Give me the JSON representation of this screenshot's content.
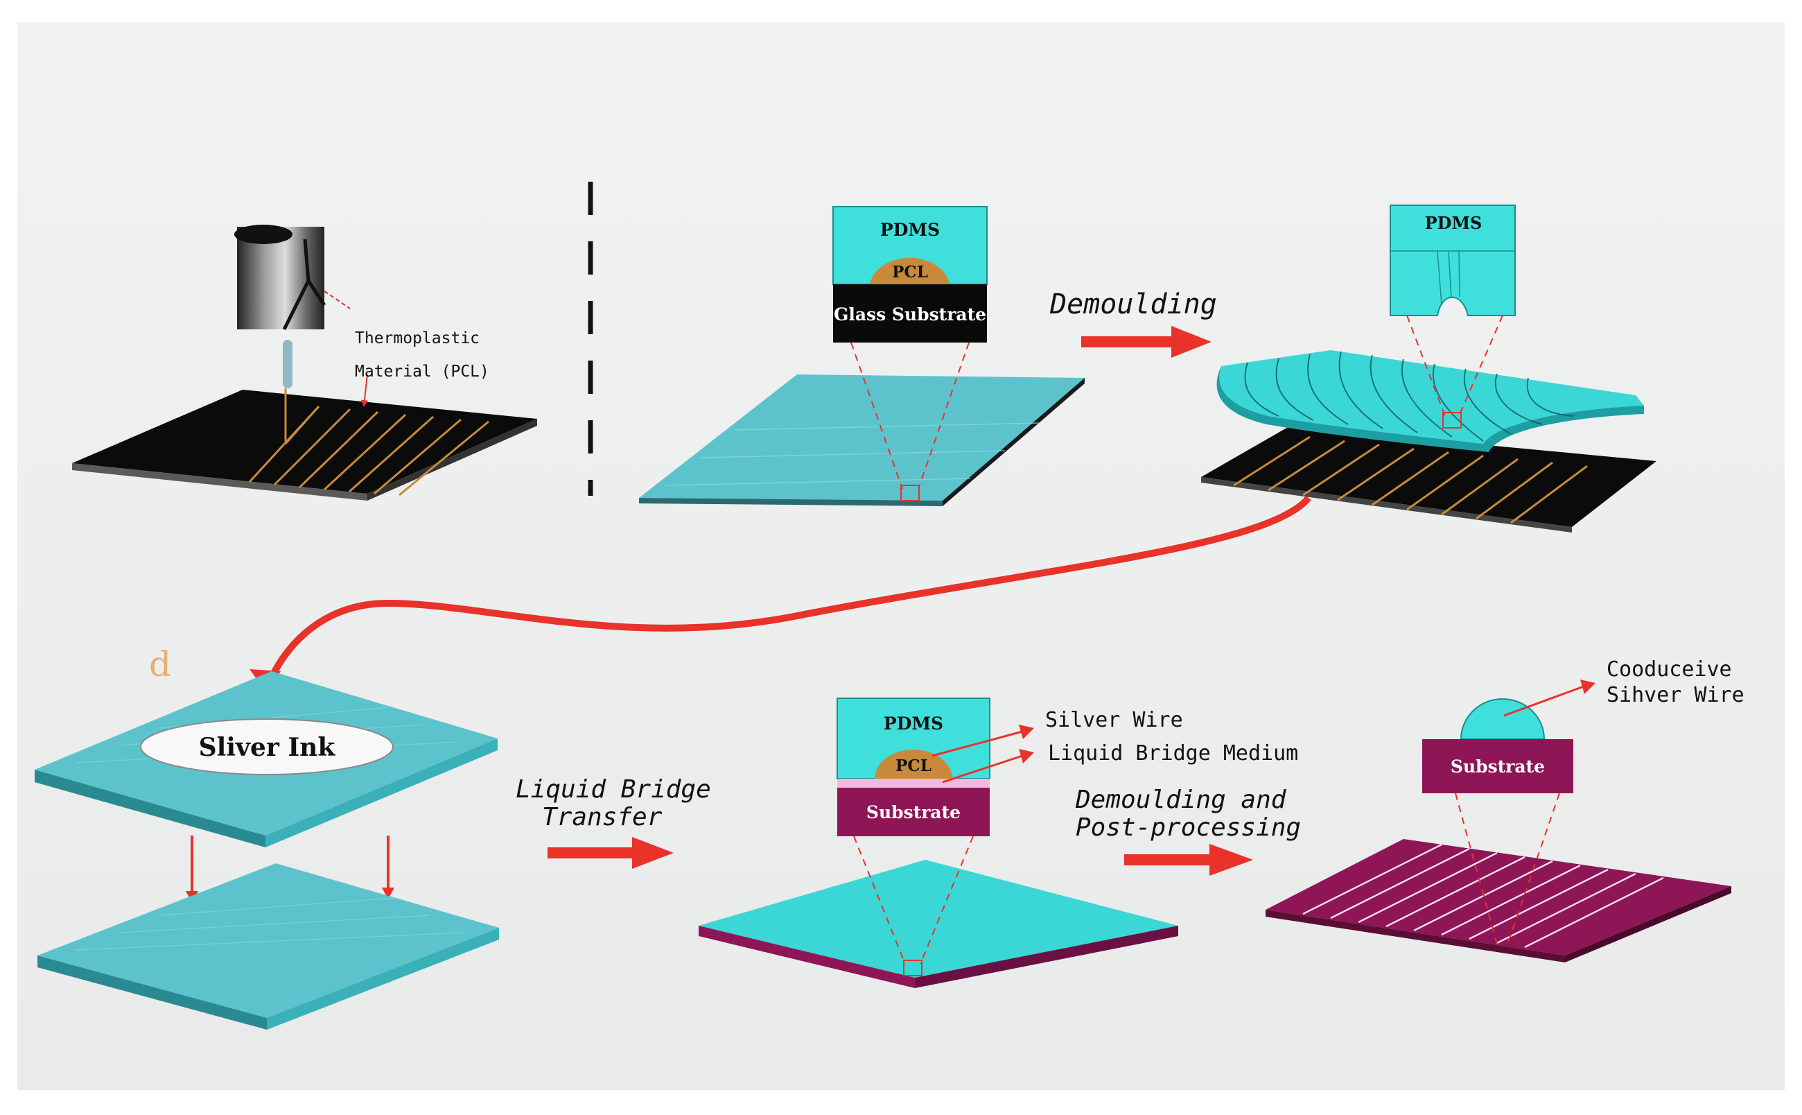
{
  "labels": {
    "thermoplastic_line1": "Thermoplastic",
    "thermoplastic_line2": "Material (PCL)",
    "pdms_top": "PDMS",
    "pcl_top": "PCL",
    "glass_substrate": "Glass Substrate",
    "demoulding": "Demoulding",
    "pdms_mold": "PDMS",
    "panel_letter": "d",
    "sliver_ink": "Sliver Ink",
    "liquid_bridge_line1": "Liquid Bridge",
    "liquid_bridge_line2": "Transfer",
    "pdms_bottom": "PDMS",
    "pcl_bottom": "PCL",
    "substrate_bottom": "Substrate",
    "silver_wire": "Silver Wire",
    "liquid_bridge_medium": "Liquid Bridge Medium",
    "post_line1": "Demoulding  and",
    "post_line2": "Post-processing",
    "conductive_line1": "Cooduceive",
    "conductive_line2": "Sihver Wire",
    "substrate_final": "Substrate"
  },
  "colors": {
    "cyan": "#3fe0dc",
    "teal": "#5cc3cc",
    "pcl": "#c88a3a",
    "magenta": "#8e1656",
    "black": "#0a0a0a",
    "red": "#e8322a",
    "letter": "#e8b070"
  }
}
